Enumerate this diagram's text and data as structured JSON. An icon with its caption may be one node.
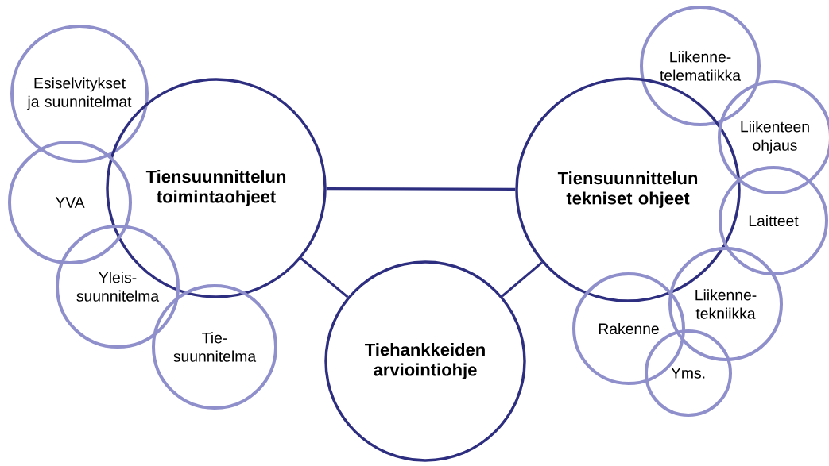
{
  "diagram": {
    "nodes": [
      {
        "text": [
          "Esiselvitykset ja suunnitelmat"
        ]
      },
      {
        "text": [
          "Tiensuunnittelun toimintaohjeet"
        ]
      },
      {
        "text": [
          "YVA"
        ]
      },
      {
        "text": [
          "Yleis- suunnitelma"
        ]
      },
      {
        "text": [
          "Tie- suunnitelma"
        ]
      },
      {
        "text": [
          "Tiehankkeiden arviointiohje"
        ]
      },
      {
        "text": [
          "Liikenne- telematiikka"
        ]
      },
      {
        "text": [
          "Tiensuunnittelun tekniset ohjeet"
        ]
      },
      {
        "text": [
          "Liikenteen ohjaus"
        ]
      },
      {
        "text": [
          "Laitteet"
        ]
      },
      {
        "text": [
          "Liikenne- tekniikka"
        ]
      },
      {
        "text": [
          "Rakenne"
        ]
      },
      {
        "text": [
          "Yms."
        ]
      }
    ],
    "edges": [
      {
        "from": 1,
        "to": 7,
        "arrow": "none"
      },
      {
        "from": 1,
        "to": 5,
        "arrow": "none"
      },
      {
        "from": 7,
        "to": 5,
        "arrow": "none"
      }
    ]
  }
}
